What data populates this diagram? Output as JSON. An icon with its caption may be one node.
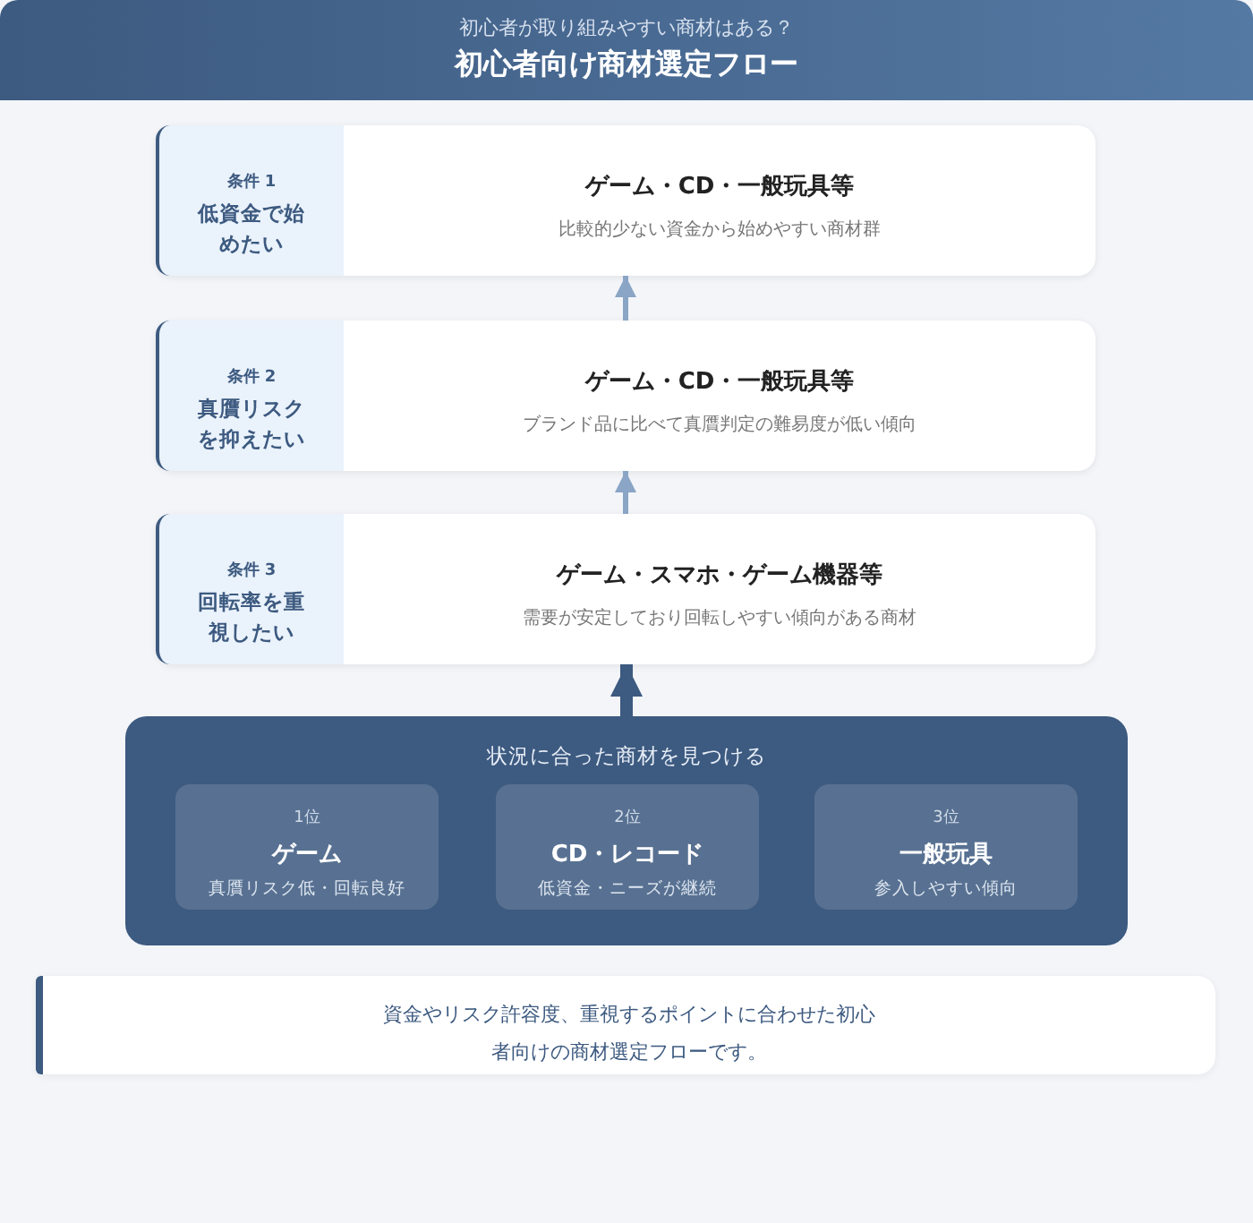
{
  "diagram": {
    "title": "初心者向け商材選定フロー",
    "labels": [
      "初心者が取り組みやすい商材はある？"
    ],
    "nodes": [
      {
        "text": [
          "ゲーム・CD・一般玩具等",
          "比較的少ない資金から始めやすい商材群"
        ]
      },
      {
        "text": [
          "条件 1",
          "低資金で始めたい"
        ],
        "in": 0
      },
      {
        "text": [
          "ゲーム・CD・一般玩具等",
          "ブランド品に比べて真贋判定の難易度が低い傾向"
        ]
      },
      {
        "text": [
          "条件 2",
          "真贋リスクを抑えたい"
        ],
        "in": 2
      },
      {
        "text": [
          "ゲーム・スマホ・ゲーム機器等",
          "需要が安定しており回転しやすい傾向がある商材"
        ]
      },
      {
        "text": [
          "条件 3",
          "回転率を重視したい"
        ],
        "in": 4
      },
      {
        "text": [
          "状況に合った商材を見つける"
        ]
      },
      {
        "text": [
          "1位",
          "ゲーム",
          "真贋リスク低・回転良好"
        ],
        "in": 6
      },
      {
        "text": [
          "2位",
          "CD・レコード",
          "低資金・ニーズが継続"
        ],
        "in": 6
      },
      {
        "text": [
          "3位",
          "一般玩具",
          "参入しやすい傾向"
        ],
        "in": 6
      },
      {
        "text": [
          "資金やリスク許容度、重視するポイントに合わせた初心者向けの商材選定フローです。"
        ]
      }
    ],
    "edges": [
      {
        "from": 2,
        "to": 0,
        "arrow": "to"
      },
      {
        "from": 4,
        "to": 2,
        "arrow": "to"
      },
      {
        "from": 6,
        "to": 4,
        "arrow": "to",
        "style": "thick",
        "color": "#3d5a80"
      }
    ]
  }
}
